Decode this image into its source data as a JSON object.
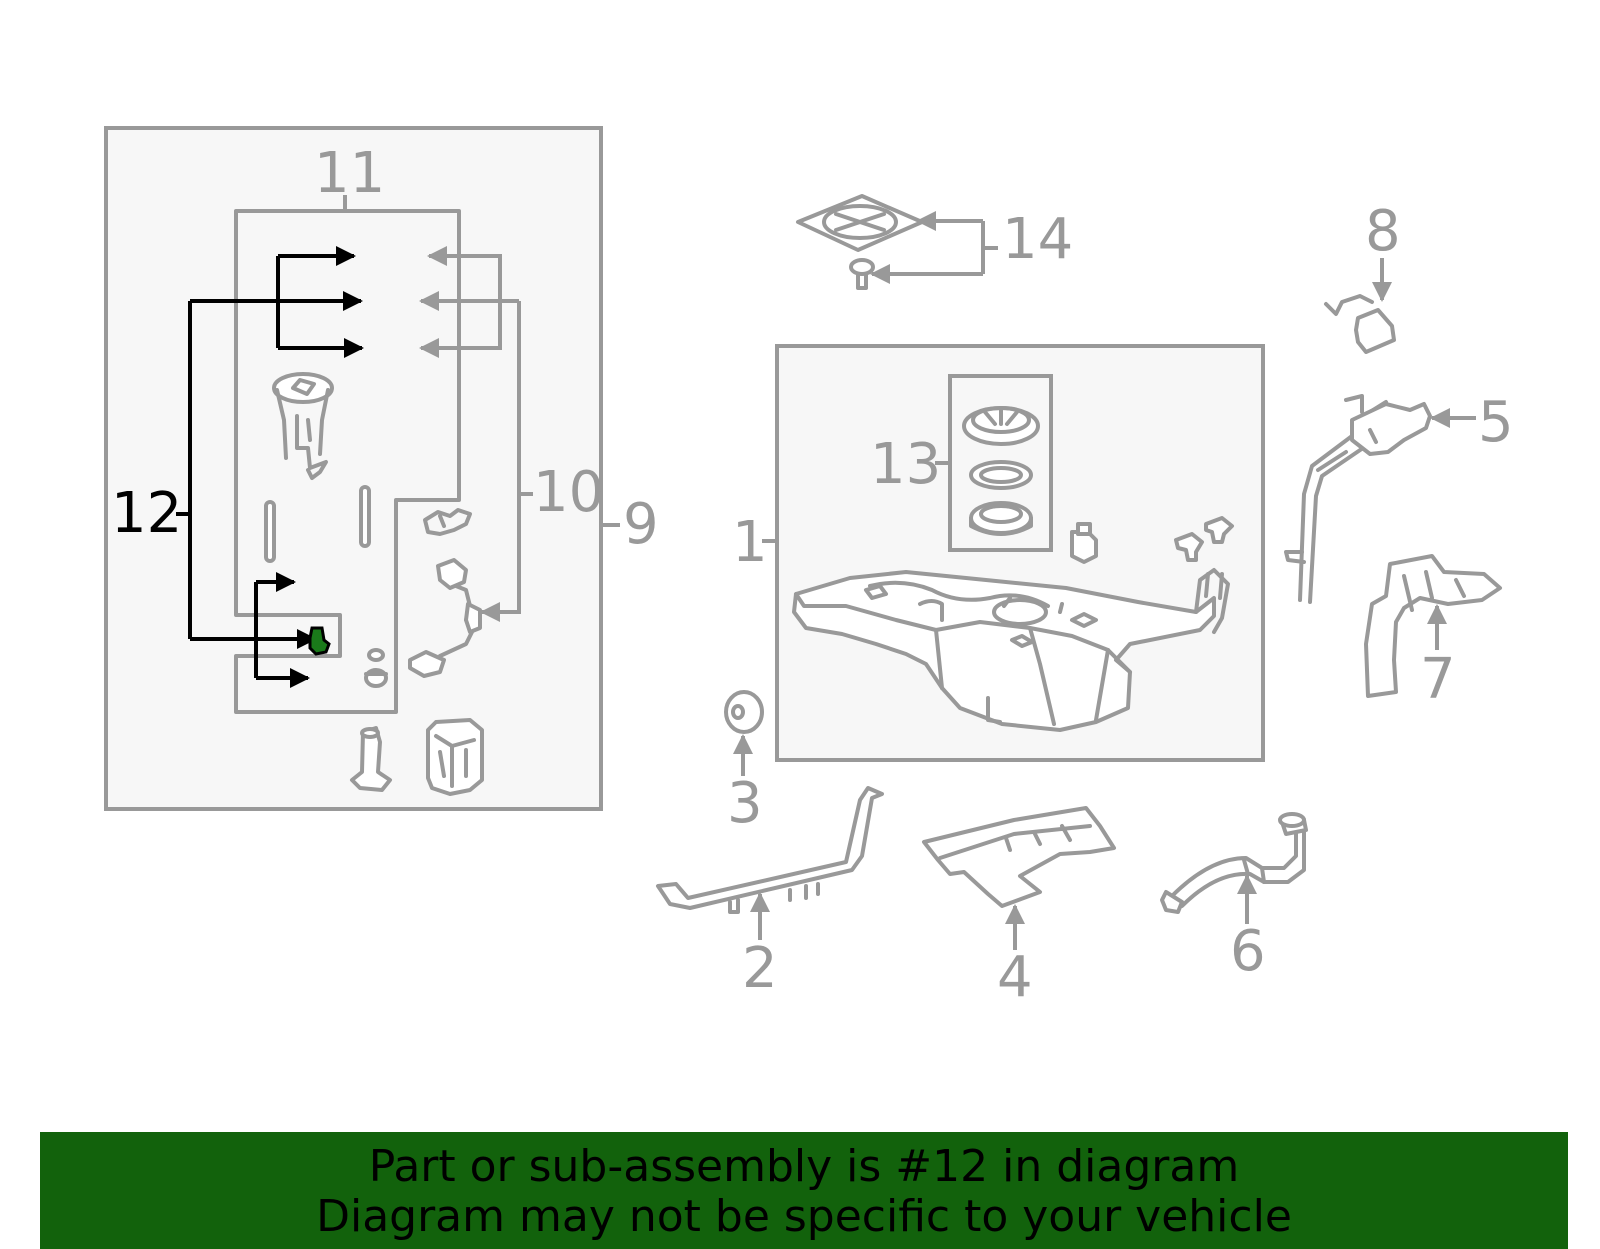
{
  "callouts": {
    "n1": "1",
    "n2": "2",
    "n3": "3",
    "n4": "4",
    "n5": "5",
    "n6": "6",
    "n7": "7",
    "n8": "8",
    "n9": "9",
    "n10": "10",
    "n11": "11",
    "n12": "12",
    "n13": "13",
    "n14": "14"
  },
  "highlight": {
    "part_number": "12",
    "color": "#000000",
    "marker_color": "#1a7a1a"
  },
  "banner": {
    "line1": "Part or sub-assembly is #12 in diagram",
    "line2": "Diagram may not be specific to your vehicle",
    "background": "#12620c"
  },
  "colors": {
    "line": "#999999",
    "box_fill": "#f7f7f7"
  }
}
